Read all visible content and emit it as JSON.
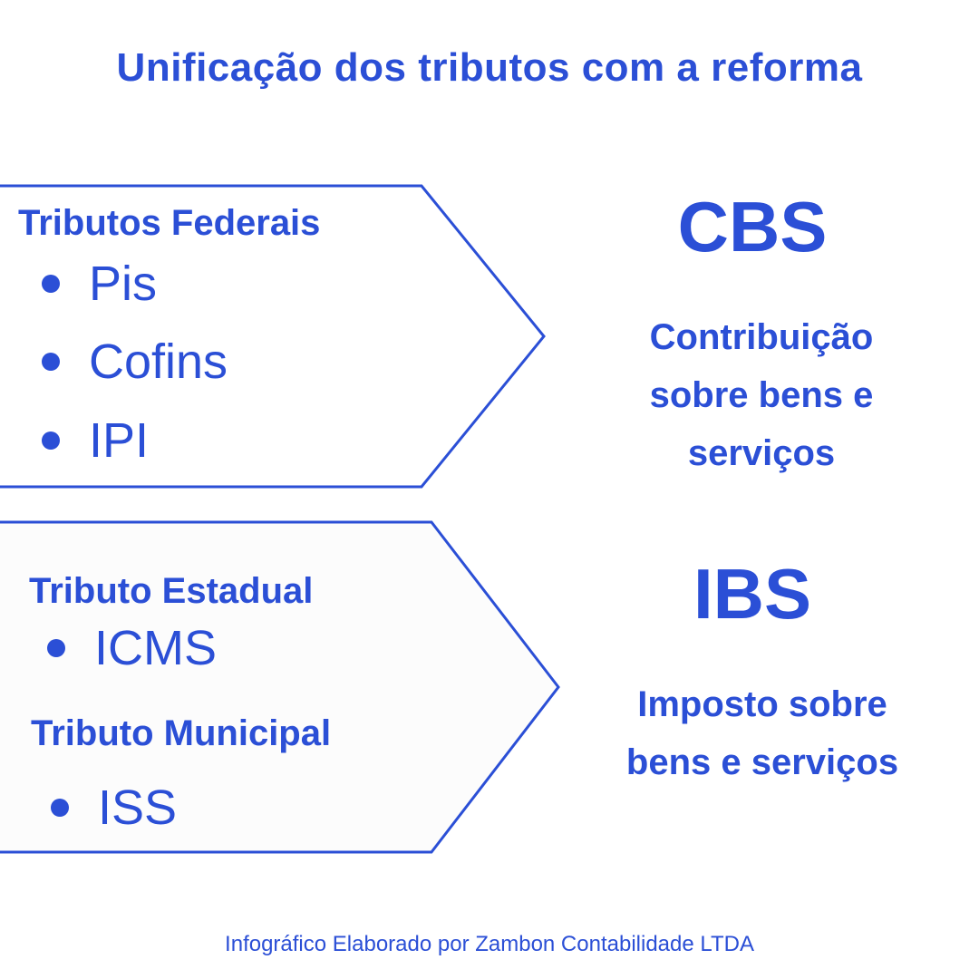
{
  "title": "Unificação dos tributos com a reforma",
  "top_group": {
    "heading": "Tributos Federais",
    "items": [
      "Pis",
      "Cofins",
      "IPI"
    ],
    "result_acronym": "CBS",
    "result_desc": [
      "Contribuição",
      "sobre bens e",
      "serviços"
    ]
  },
  "bottom_group": {
    "heading_state": "Tributo Estadual",
    "item_state": "ICMS",
    "heading_city": "Tributo Municipal",
    "item_city": "ISS",
    "result_acronym": "IBS",
    "result_desc": [
      "Imposto sobre",
      "bens e serviços"
    ]
  },
  "footer": "Infográfico Elaborado por Zambon Contabilidade LTDA",
  "colors": {
    "accent": "#2b4fd6",
    "panel_fill": "#fcfcfc",
    "background": "#ffffff"
  }
}
